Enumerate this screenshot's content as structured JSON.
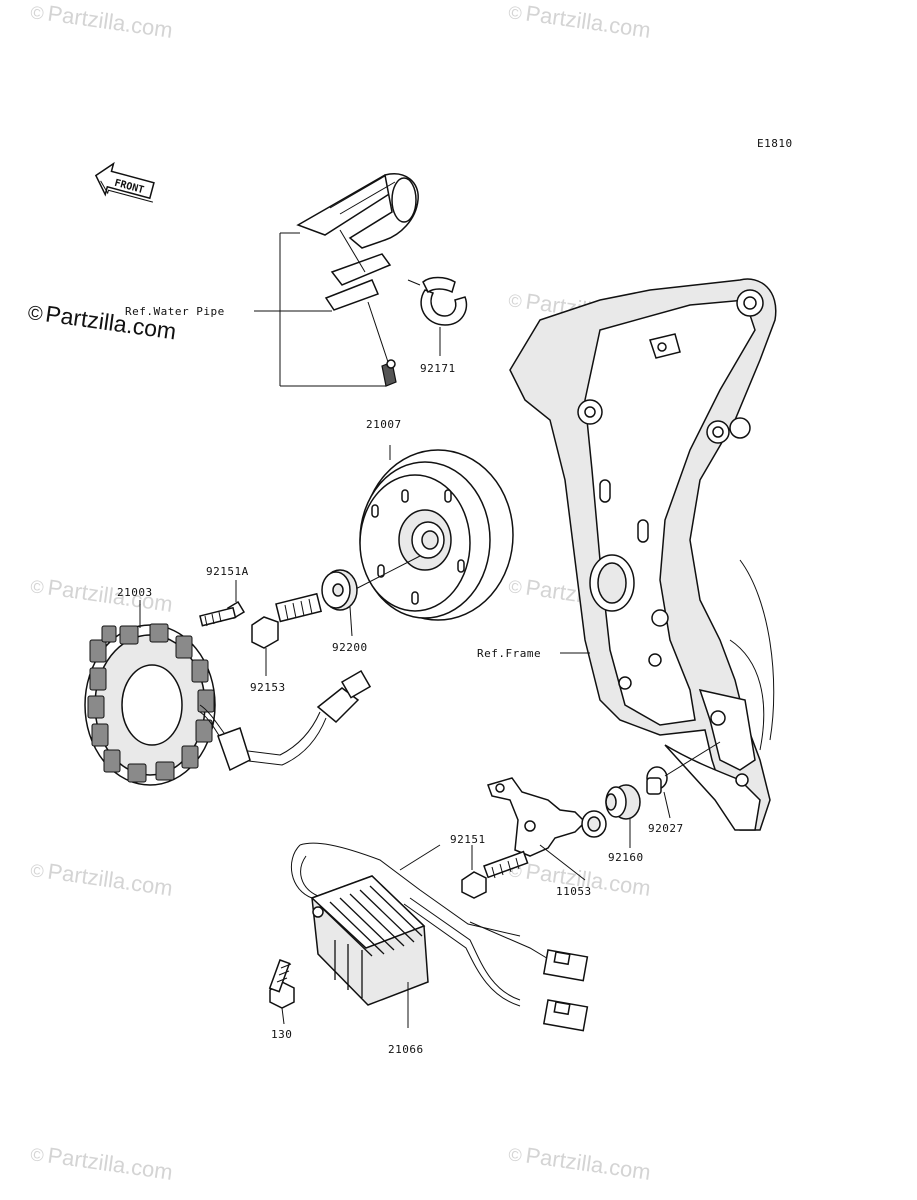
{
  "diagram": {
    "code": "E1810",
    "front_arrow_label": "FRONT",
    "watermark_text": "Partzilla.com",
    "brand_text": "Partzilla.com",
    "refs": {
      "water_pipe": "Ref.Water Pipe",
      "frame": "Ref.Frame"
    },
    "parts": {
      "p92171": "92171",
      "p21007": "21007",
      "p92151A": "92151A",
      "p21003": "21003",
      "p92200": "92200",
      "p92153": "92153",
      "p92151": "92151",
      "p11053": "11053",
      "p92160": "92160",
      "p92027": "92027",
      "p130": "130",
      "p21066": "21066"
    }
  }
}
